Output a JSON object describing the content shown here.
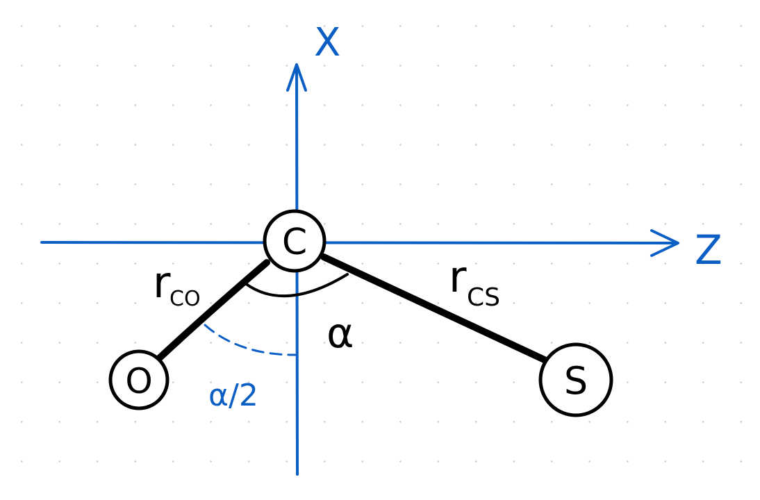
{
  "diagram": {
    "axis_x_label": "X",
    "axis_z_label": "Z",
    "atom_center": "C",
    "atom_left": "O",
    "atom_right": "S",
    "bond_left_main": "r",
    "bond_left_sub": "CO",
    "bond_right_main": "r",
    "bond_right_sub": "CS",
    "angle_label": "α",
    "half_angle_label": "α/2",
    "colors": {
      "axis": "#0b5fc4",
      "ink": "#000000",
      "background": "#ffffff",
      "grid_dot": "#c9c9c9"
    }
  }
}
